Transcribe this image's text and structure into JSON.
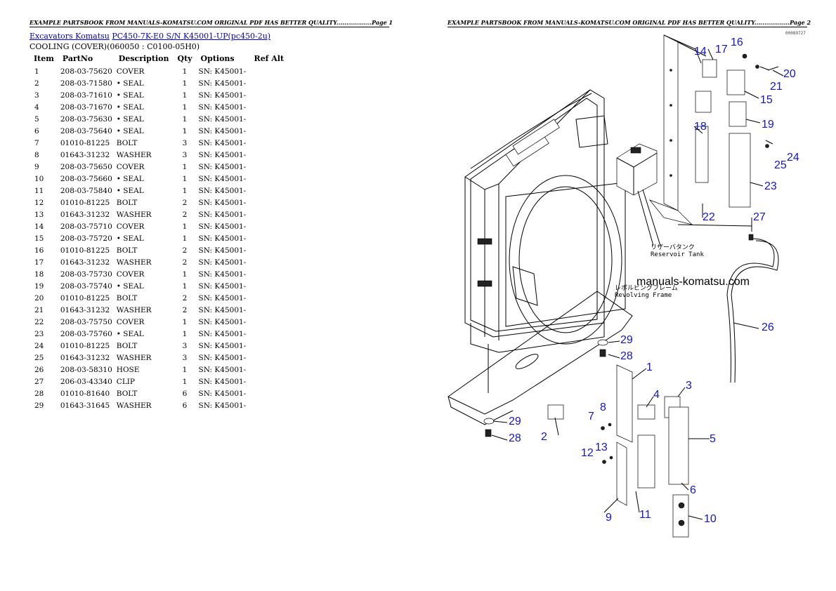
{
  "header": {
    "page1_text": "EXAMPLE PARTSBOOK FROM MANUALS-KOMATSU.COM ORIGINAL PDF HAS BETTER QUALITY..................Page 1",
    "page2_text": "EXAMPLE PARTSBOOK FROM MANUALS-KOMATSU.COM ORIGINAL PDF HAS BETTER QUALITY..................Page 2"
  },
  "breadcrumb": {
    "link1": "Excavators Komatsu",
    "link2": "PC450-7K-E0 S/N K45001-UP(pc450-2u)"
  },
  "subtitle": "COOLING (COVER)(060050 : C0100-05H0)",
  "table": {
    "columns": [
      "Item",
      "PartNo",
      "Description",
      "Qty",
      "Options",
      "Ref Alt"
    ],
    "rows": [
      [
        "1",
        "208-03-75620",
        "COVER",
        "1",
        "SN: K45001-"
      ],
      [
        "2",
        "208-03-71580",
        "• SEAL",
        "1",
        "SN: K45001-"
      ],
      [
        "3",
        "208-03-71610",
        "• SEAL",
        "1",
        "SN: K45001-"
      ],
      [
        "4",
        "208-03-71670",
        "• SEAL",
        "1",
        "SN: K45001-"
      ],
      [
        "5",
        "208-03-75630",
        "• SEAL",
        "1",
        "SN: K45001-"
      ],
      [
        "6",
        "208-03-75640",
        "• SEAL",
        "1",
        "SN: K45001-"
      ],
      [
        "7",
        "01010-81225",
        "BOLT",
        "3",
        "SN: K45001-"
      ],
      [
        "8",
        "01643-31232",
        "WASHER",
        "3",
        "SN: K45001-"
      ],
      [
        "9",
        "208-03-75650",
        "COVER",
        "1",
        "SN: K45001-"
      ],
      [
        "10",
        "208-03-75660",
        "• SEAL",
        "1",
        "SN: K45001-"
      ],
      [
        "11",
        "208-03-75840",
        "• SEAL",
        "1",
        "SN: K45001-"
      ],
      [
        "12",
        "01010-81225",
        "BOLT",
        "2",
        "SN: K45001-"
      ],
      [
        "13",
        "01643-31232",
        "WASHER",
        "2",
        "SN: K45001-"
      ],
      [
        "14",
        "208-03-75710",
        "COVER",
        "1",
        "SN: K45001-"
      ],
      [
        "15",
        "208-03-75720",
        "• SEAL",
        "1",
        "SN: K45001-"
      ],
      [
        "16",
        "01010-81225",
        "BOLT",
        "2",
        "SN: K45001-"
      ],
      [
        "17",
        "01643-31232",
        "WASHER",
        "2",
        "SN: K45001-"
      ],
      [
        "18",
        "208-03-75730",
        "COVER",
        "1",
        "SN: K45001-"
      ],
      [
        "19",
        "208-03-75740",
        "• SEAL",
        "1",
        "SN: K45001-"
      ],
      [
        "20",
        "01010-81225",
        "BOLT",
        "2",
        "SN: K45001-"
      ],
      [
        "21",
        "01643-31232",
        "WASHER",
        "2",
        "SN: K45001-"
      ],
      [
        "22",
        "208-03-75750",
        "COVER",
        "1",
        "SN: K45001-"
      ],
      [
        "23",
        "208-03-75760",
        "• SEAL",
        "1",
        "SN: K45001-"
      ],
      [
        "24",
        "01010-81225",
        "BOLT",
        "3",
        "SN: K45001-"
      ],
      [
        "25",
        "01643-31232",
        "WASHER",
        "3",
        "SN: K45001-"
      ],
      [
        "26",
        "208-03-58310",
        "HOSE",
        "1",
        "SN: K45001-"
      ],
      [
        "27",
        "206-03-43340",
        "CLIP",
        "1",
        "SN: K45001-"
      ],
      [
        "28",
        "01010-81640",
        "BOLT",
        "6",
        "SN: K45001-"
      ],
      [
        "29",
        "01643-31645",
        "WASHER",
        "6",
        "SN: K45001-"
      ]
    ]
  },
  "diagram": {
    "ref_code": "00089727",
    "reservoir_jp": "リザーバタンク",
    "reservoir_en": "Reservoir Tank",
    "frame_jp": "レボルビングフレーム",
    "frame_en": "Revolving Frame",
    "watermark": "manuals-komatsu.com",
    "callouts": [
      "1",
      "2",
      "3",
      "4",
      "5",
      "6",
      "7",
      "8",
      "9",
      "10",
      "11",
      "12",
      "13",
      "14",
      "15",
      "16",
      "17",
      "18",
      "19",
      "20",
      "21",
      "22",
      "23",
      "24",
      "25",
      "26",
      "27",
      "28",
      "29",
      "28",
      "29"
    ],
    "callout_color": "#1414cc"
  }
}
